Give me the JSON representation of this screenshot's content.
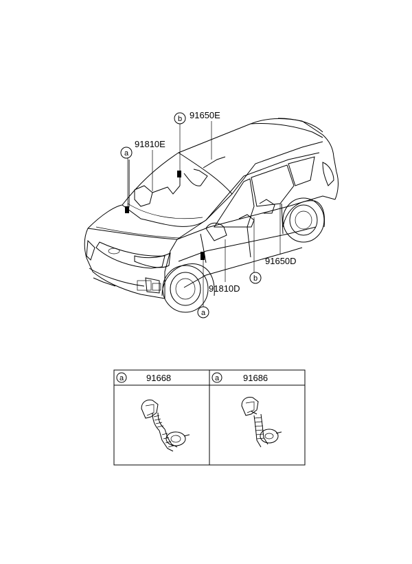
{
  "callouts": {
    "p_91650E": "91650E",
    "p_91810E": "91810E",
    "p_91810D": "91810D",
    "p_91650D": "91650D",
    "b_top": "b",
    "b_bottom": "b",
    "a_top": "a",
    "a_bottom": "a"
  },
  "table": {
    "cells": [
      {
        "ref": "a",
        "part": "91668"
      },
      {
        "ref": "a",
        "part": "91686"
      }
    ]
  }
}
